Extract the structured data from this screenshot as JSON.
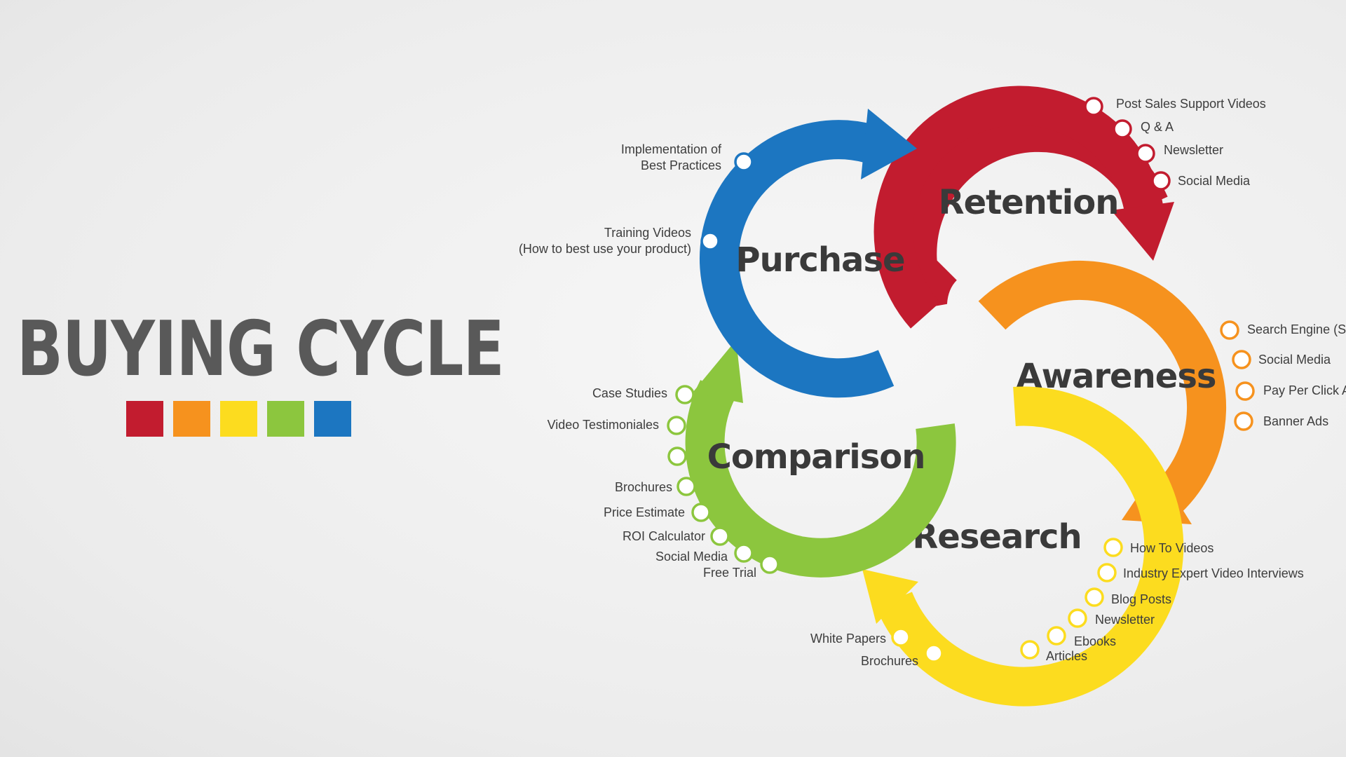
{
  "title": "BUYING CYCLE",
  "colors": {
    "retention": "#c21c2f",
    "awareness": "#f6921e",
    "research": "#fcdc1f",
    "comparison": "#8cc63e",
    "purchase": "#1c76c1",
    "text": "#3a3a3a"
  },
  "stages": {
    "purchase": {
      "label": "Purchase",
      "items": [
        "Implementation of",
        "Best Practices",
        "Training Videos",
        "(How to best use your product)"
      ]
    },
    "retention": {
      "label": "Retention",
      "items": [
        "Post Sales Support Videos",
        "Q & A",
        "Newsletter",
        "Social Media"
      ]
    },
    "awareness": {
      "label": "Awareness",
      "items": [
        "Search Engine (SE",
        "Social Media",
        "Pay Per Click Ad",
        "Banner Ads"
      ]
    },
    "research": {
      "label": "Research",
      "items": [
        "How To Videos",
        "Industry Expert Video Interviews",
        "Blog Posts",
        "Newsletter",
        "Ebooks",
        "Articles",
        "Brochures",
        "White Papers"
      ]
    },
    "comparison": {
      "label": "Comparison",
      "items": [
        "Case Studies",
        "Video Testimoniales",
        "Brochures",
        "Price Estimate",
        "ROI Calculator",
        "Social Media",
        "Free Trial"
      ]
    }
  }
}
